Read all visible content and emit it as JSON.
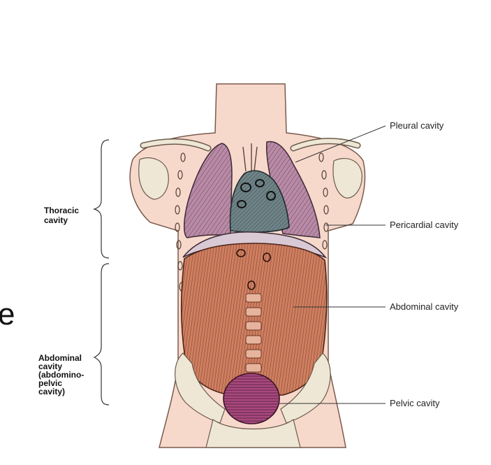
{
  "labels": {
    "pleural": "Pleural cavity",
    "pericardial": "Pericardial cavity",
    "abdominal": "Abdominal cavity",
    "pelvic": "Pelvic cavity"
  },
  "brackets": {
    "thoracic": [
      "Thoracic",
      "cavity"
    ],
    "abdominopelvic": [
      "Abdominal",
      "cavity",
      "(abdomino-",
      "pelvic",
      "cavity)"
    ]
  },
  "stray_text": "e",
  "colors": {
    "skin": "#f7d9cc",
    "lung": "#b88aa5",
    "heart": "#6f8488",
    "abdomen": "#cf7f60",
    "pelvis": "#a9497e",
    "bone": "#efe7d6"
  }
}
